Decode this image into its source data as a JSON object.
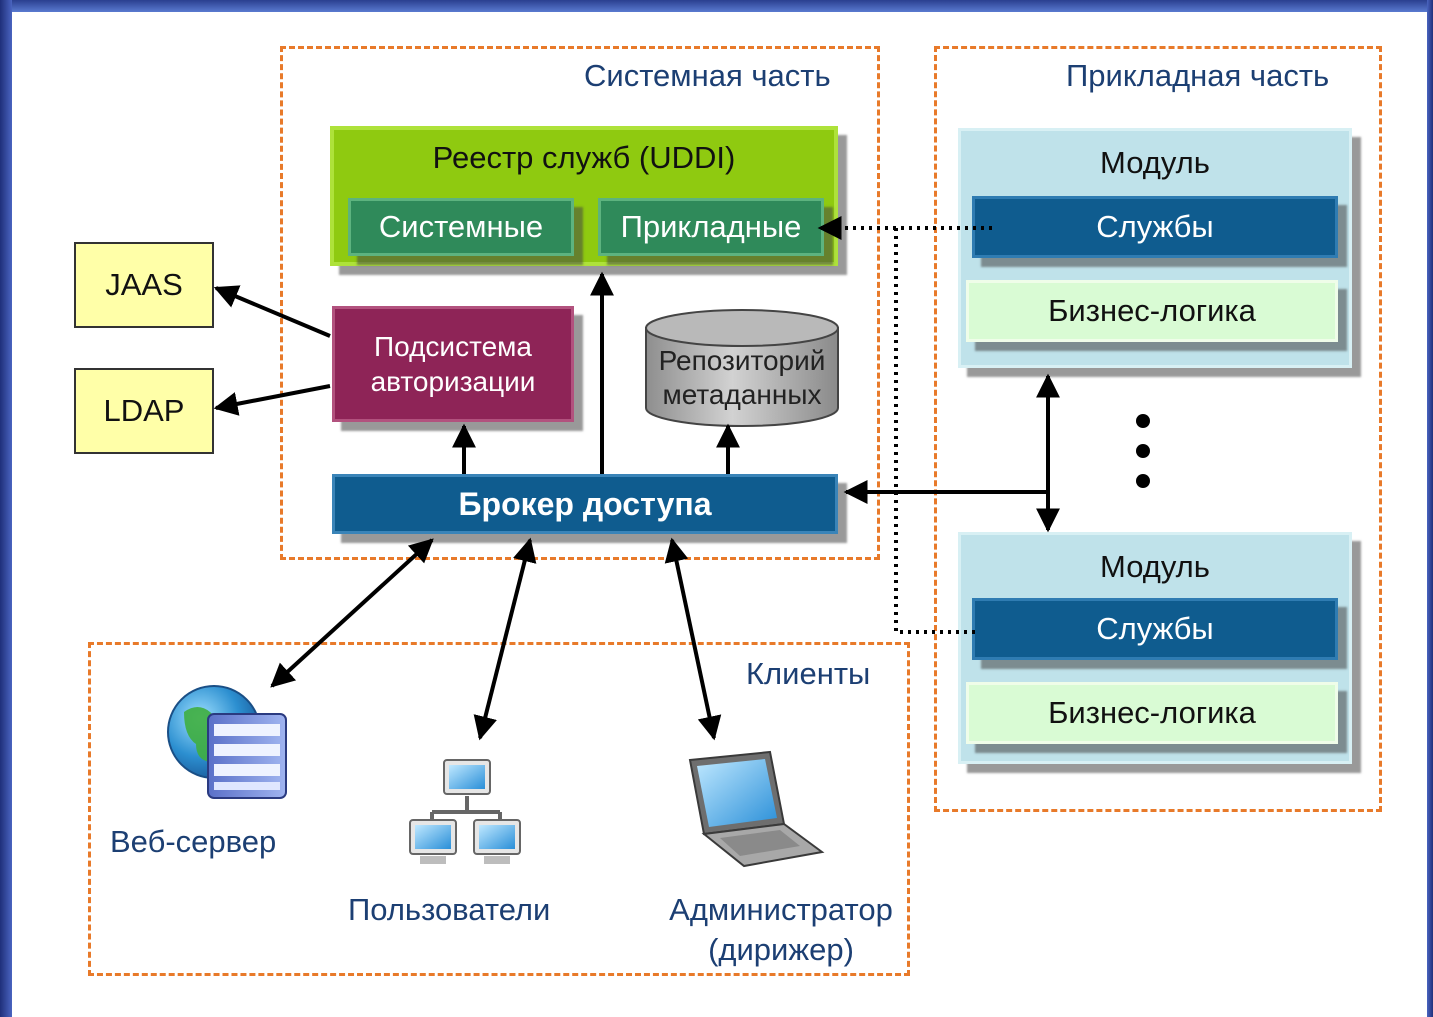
{
  "zones": {
    "system": "Системная часть",
    "application": "Прикладная часть",
    "clients": "Клиенты"
  },
  "registry": {
    "title": "Реестр служб (UDDI)",
    "system": "Системные",
    "applied": "Прикладные"
  },
  "auth": {
    "line1": "Подсистема",
    "line2": "авторизации"
  },
  "repository": {
    "line1": "Репозиторий",
    "line2": "метаданных"
  },
  "broker": "Брокер доступа",
  "external": {
    "jaas": "JAAS",
    "ldap": "LDAP"
  },
  "modules": [
    {
      "title": "Модуль",
      "services": "Службы",
      "logic": "Бизнес-логика"
    },
    {
      "title": "Модуль",
      "services": "Службы",
      "logic": "Бизнес-логика"
    }
  ],
  "clients": {
    "web": "Веб-сервер",
    "users": "Пользователи",
    "admin_line1": "Администратор",
    "admin_line2": "(дирижер)"
  },
  "colors": {
    "dashed_border": "#e87a2a",
    "registry_green": "#8fca10",
    "service_green": "#2f8a5a",
    "auth_purple": "#8e2457",
    "broker_blue": "#0f5c8f",
    "note_yellow": "#ffffa8",
    "module_cyan": "#bfe2ea",
    "logic_green": "#d9fbd4"
  }
}
